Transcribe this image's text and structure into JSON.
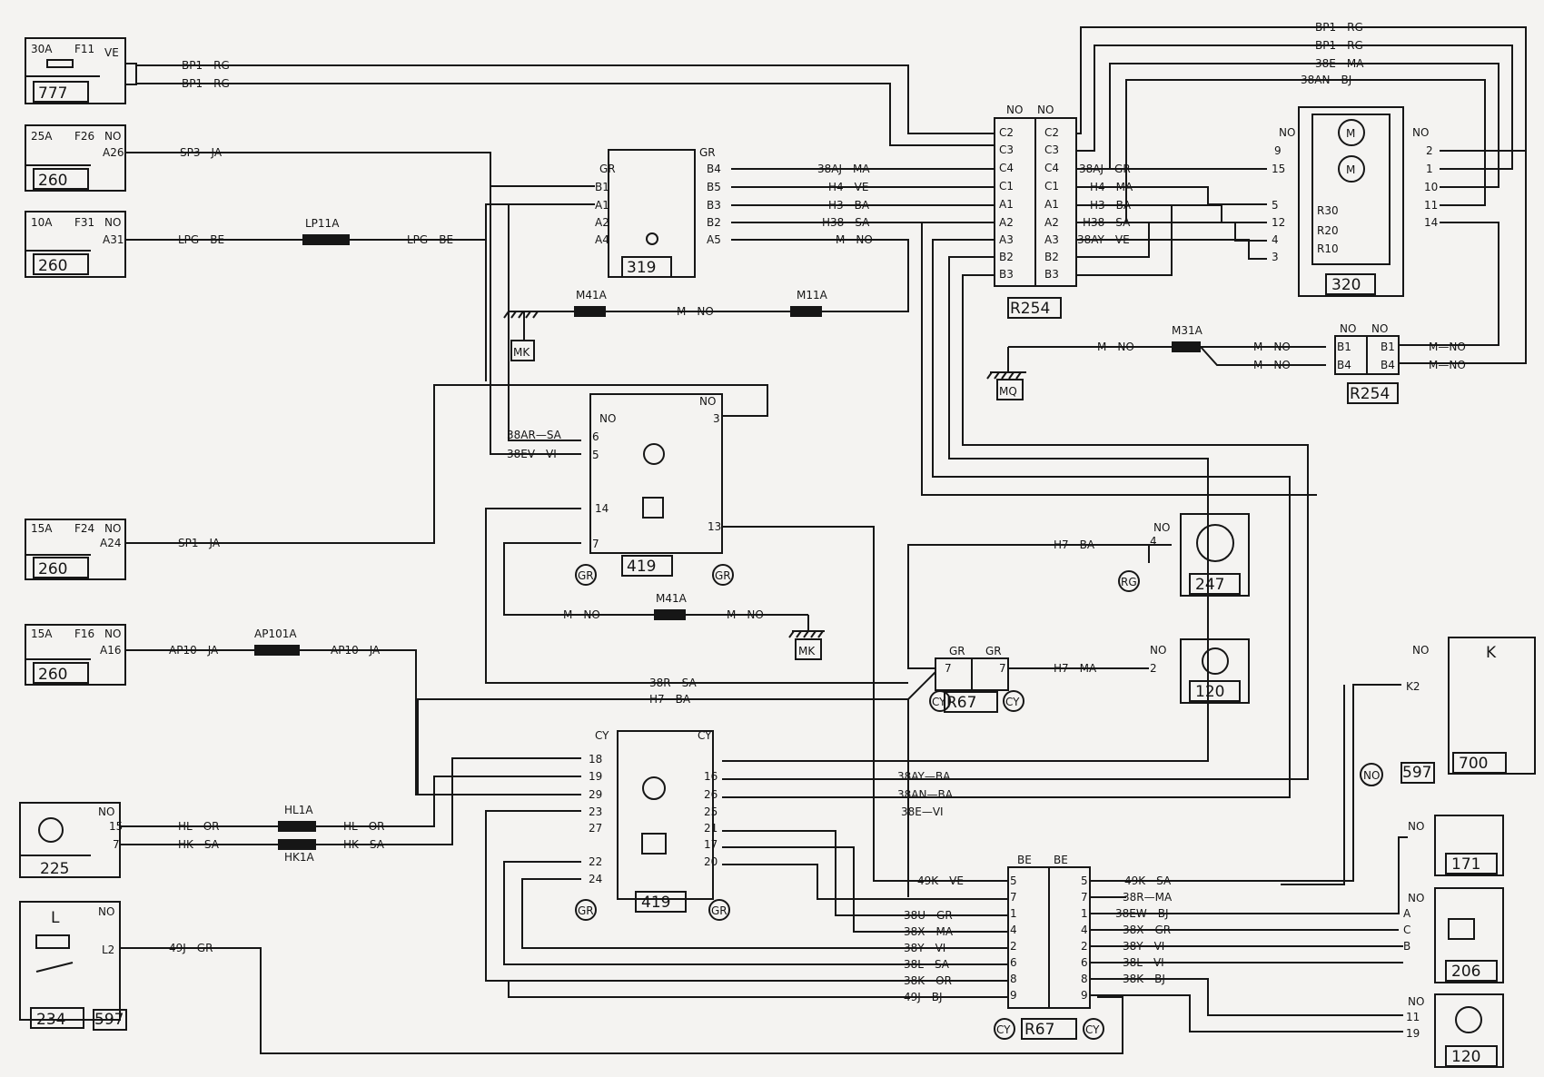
{
  "fuses": [
    {
      "rating": "30A",
      "id": "F11",
      "color": "VE",
      "pin": "",
      "code": "777"
    },
    {
      "rating": "25A",
      "id": "F26",
      "color": "NO",
      "pin": "A26",
      "code": "260"
    },
    {
      "rating": "10A",
      "id": "F31",
      "color": "NO",
      "pin": "A31",
      "code": "260"
    },
    {
      "rating": "15A",
      "id": "F24",
      "color": "NO",
      "pin": "A24",
      "code": "260"
    },
    {
      "rating": "15A",
      "id": "F16",
      "color": "NO",
      "pin": "A16",
      "code": "260"
    }
  ],
  "wires": {
    "bp1a": "BP1—RG",
    "bp1b": "BP1—RG",
    "sp3": "SP3—JA",
    "lpg1": "LPG—BE",
    "lpg2": "LPG—BE",
    "lp11a": "LP11A",
    "sp1": "SP1—JA",
    "ap10a": "AP10—JA",
    "ap10b": "AP10—JA",
    "ap101a": "AP101A",
    "hl": "HL—OR",
    "hk": "HK—SA",
    "hl2": "HL—OR",
    "hk2": "HK—SA",
    "hl1a": "HL1A",
    "hk1a": "HK1A",
    "49j": "49J—GR",
    "38aj": "38AJ—MA",
    "h4": "H4—VE",
    "h3": "H3—BA",
    "h38": "H38—SA",
    "mno": "M—NO",
    "m41a": "M41A",
    "m11a": "M11A",
    "mno2": "M—NO",
    "38ar": "38AR—SA",
    "38ev": "38EV—VI",
    "r38aj": "38AJ—GR",
    "rh4": "H4—MA",
    "rh3": "H3—BA",
    "rh38": "H38—SA",
    "r38ay": "38AY—VE",
    "t1": "BP1—RG",
    "t2": "BP1—RG",
    "t3": "38E—MA",
    "t4": "38AN—BJ",
    "m31a": "M31A",
    "mq1": "M—NO",
    "mq2": "M—NO",
    "mq3": "M—NO",
    "mq4": "M—NO",
    "mq5": "M—NO",
    "m41b": "M41A",
    "mk1": "M—NO",
    "mk2": "M—NO",
    "h7a": "H7—BA",
    "h7b": "H7—MA",
    "38r": "38R—SA",
    "h7c": "H7—BA",
    "38ay": "38AY—BA",
    "38an": "38AN—BA",
    "38e": "38E—VI",
    "49k": "49K—VE",
    "38u": "38U—GR",
    "38x": "38X—MA",
    "38y": "38Y—VI",
    "38l": "38L—SA",
    "38k": "38K—OR",
    "49j2": "49J—BJ",
    "r49k": "49K—SA",
    "r38r": "38R—MA",
    "r38ew": "38EW—BJ",
    "r38x": "38X—GR",
    "r38y": "38Y—VI",
    "r38l": "38L—VI",
    "r38k": "38K—BJ"
  },
  "components": {
    "c319": "319",
    "c320": "320",
    "r254": "R254",
    "r254b": "R254",
    "c419a": "419",
    "c419b": "419",
    "r67a": "R67",
    "r67b": "R67",
    "c247": "247",
    "c120a": "120",
    "c120b": "120",
    "c700": "700",
    "c597a": "597",
    "c597b": "597",
    "c171": "171",
    "c206": "206",
    "c225": "225",
    "c234": "234",
    "mk1": "MK",
    "mk2": "MK",
    "mq": "MQ",
    "gr": "GR",
    "cy": "CY",
    "no": "NO",
    "be": "BE",
    "rg": "RG",
    "k": "K",
    "l": "L"
  },
  "pins": {
    "p319l": [
      "B1",
      "A1",
      "A2",
      "A4"
    ],
    "p319r": [
      "B4",
      "B5",
      "B3",
      "B2",
      "A5"
    ],
    "r254l": [
      "C2",
      "C3",
      "C4",
      "C1",
      "A1",
      "A2",
      "A3",
      "B2",
      "B3"
    ],
    "r254r": [
      "C2",
      "C3",
      "C4",
      "C1",
      "A1",
      "A2",
      "A3",
      "B2",
      "B3"
    ],
    "p320l": [
      "9",
      "15",
      "5",
      "12",
      "4",
      "3"
    ],
    "p320r": [
      "2",
      "1",
      "10",
      "11",
      "14"
    ],
    "p320int": [
      "R30",
      "R20",
      "R10"
    ],
    "p419a": [
      "6",
      "5",
      "14",
      "7",
      "3",
      "13"
    ],
    "p419bl": [
      "18",
      "19",
      "29",
      "23",
      "27",
      "22",
      "24"
    ],
    "p419br": [
      "16",
      "26",
      "25",
      "21",
      "17",
      "20"
    ],
    "r67l": [
      "5",
      "7",
      "1",
      "4",
      "2",
      "6",
      "8",
      "9"
    ],
    "r67r": [
      "5",
      "7",
      "1",
      "4",
      "2",
      "6",
      "8",
      "9"
    ],
    "pb": [
      "B1",
      "B4",
      "B1",
      "B4"
    ],
    "p225": [
      "15",
      "7"
    ],
    "p234": "L2",
    "p247": "4",
    "p120a": "2",
    "p700": "K2",
    "p206": [
      "A",
      "C",
      "B"
    ],
    "p120b": [
      "11",
      "19"
    ],
    "r67a": [
      "7",
      "7"
    ]
  }
}
